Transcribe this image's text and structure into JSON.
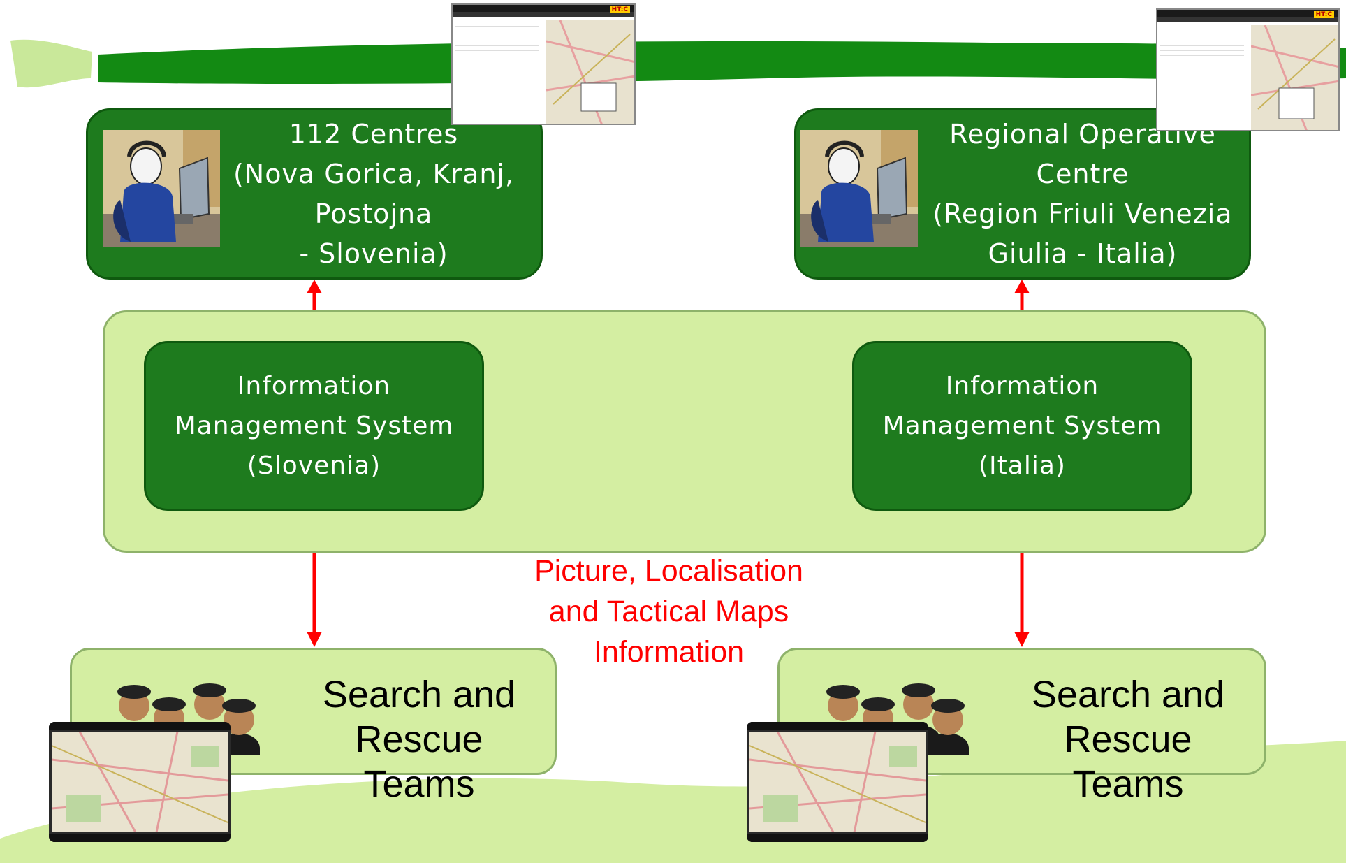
{
  "colors": {
    "dark_green": "#1e7b1e",
    "dark_green_border": "#0f5a0f",
    "light_green": "#d4eea2",
    "arrow_red": "#ff0000",
    "stripe_green": "#138a13"
  },
  "top_left_box": {
    "text": "112 Centres\n(Nova Gorica, Kranj,\nPostojna\n- Slovenia)",
    "icon": "operator-icon"
  },
  "top_right_box": {
    "text": "Regional Operative\nCentre\n(Region Friuli Venezia\nGiulia - Italia)",
    "icon": "operator-icon"
  },
  "ims_left": {
    "text": "Information\nManagement System\n(Slovenia)"
  },
  "ims_right": {
    "text": "Information\nManagement System\n(Italia)"
  },
  "center_label": {
    "text": "Picture, Localisation\nand Tactical Maps\nInformation"
  },
  "team_left": {
    "text": "Search and\nRescue\nTeams",
    "icon": "rescue-team-icon"
  },
  "team_right": {
    "text": "Search and\nRescue\nTeams",
    "icon": "rescue-team-icon"
  },
  "screenshot_thumbs": {
    "logo": "HT:C"
  }
}
